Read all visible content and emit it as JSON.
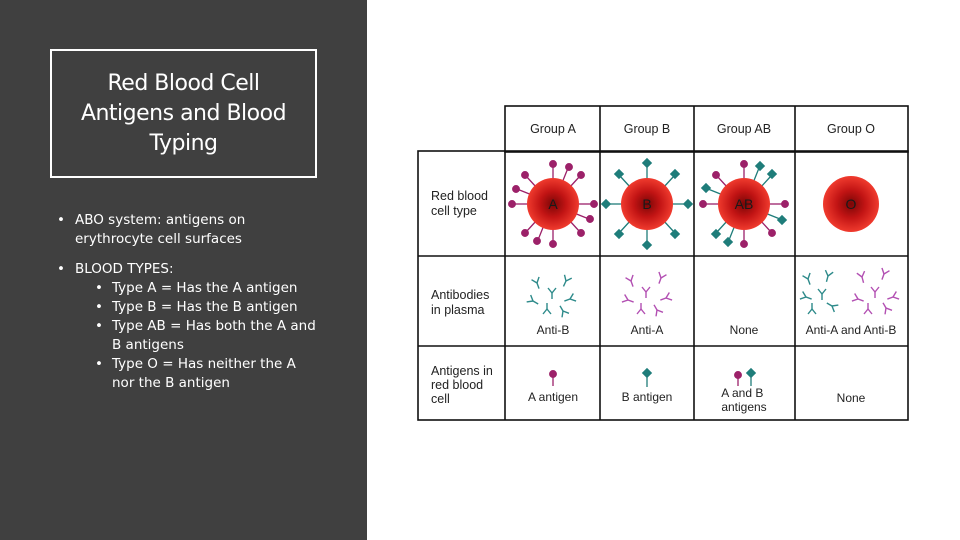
{
  "slide": {
    "title": "Red Blood Cell Antigens and Blood Typing",
    "bullets": {
      "abo": "ABO system: antigens on erythrocyte cell surfaces",
      "types_heading": "BLOOD TYPES:",
      "type_a": "Type A = Has the A antigen",
      "type_b": "Type B = Has the B antigen",
      "type_ab": "Type AB = Has both the A and B antigens",
      "type_o": "Type O = Has neither the A nor the B antigen"
    }
  },
  "figure": {
    "headers": [
      "Group A",
      "Group B",
      "Group AB",
      "Group O"
    ],
    "row_labels": {
      "cell_type": [
        "Red blood",
        "cell type"
      ],
      "antibodies": [
        "Antibodies",
        "in plasma"
      ],
      "antigens": [
        "Antigens in",
        "red blood",
        "cell"
      ]
    },
    "cell_letters": [
      "A",
      "B",
      "AB",
      "O"
    ],
    "antibody_labels": [
      "Anti-B",
      "Anti-A",
      "None",
      "Anti-A and Anti-B"
    ],
    "antigen_labels": {
      "group_a": "A antigen",
      "group_b": "B antigen",
      "group_ab": [
        "A and B",
        "antigens"
      ],
      "group_o": "None"
    },
    "colors": {
      "a_antigen": "#9c2169",
      "b_antigen": "#1f7d7a",
      "anti_b": "#2d8a8a",
      "anti_a": "#b24fb2",
      "cell_red": "#d21b1b",
      "panel_bg": "#404040"
    }
  }
}
